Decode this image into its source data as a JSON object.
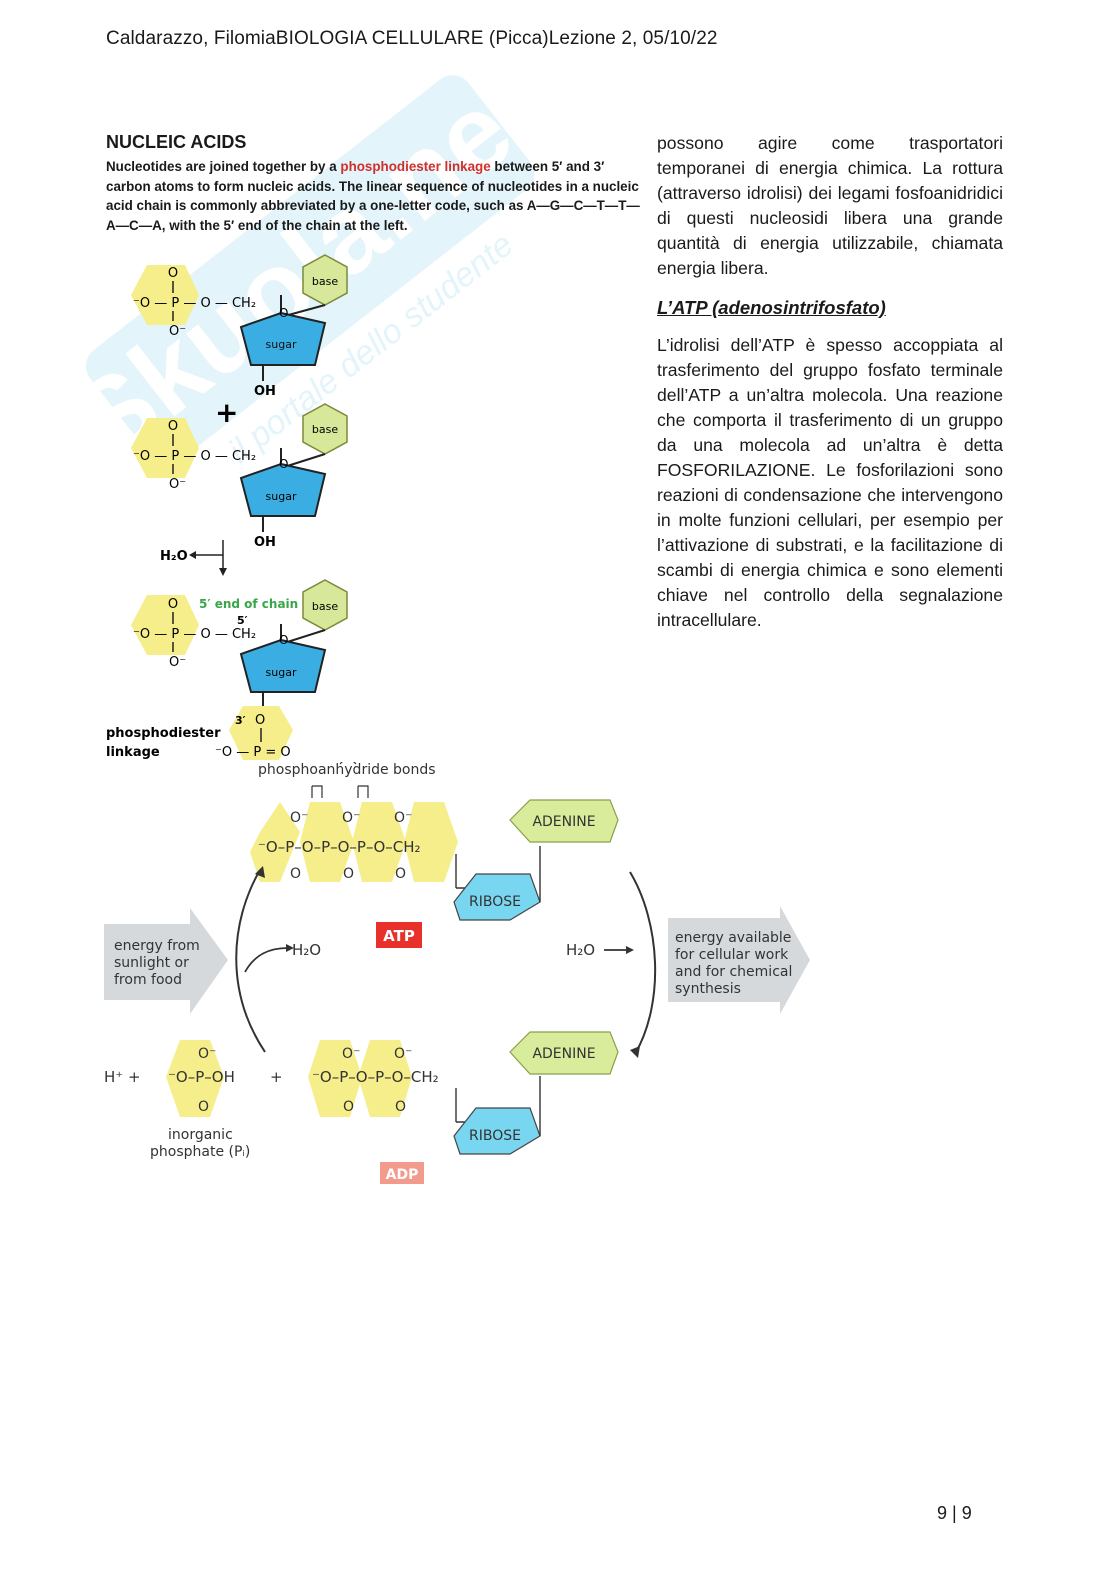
{
  "header": {
    "text": "Caldarazzo, FilomiaBIOLOGIA CELLULARE (Picca)Lezione 2, 05/10/22"
  },
  "watermark": {
    "text": "Skuola.net",
    "subtext": "il portale dello studente"
  },
  "right_column": {
    "para1": "possono agire come trasportatori temporanei di energia chimica. La rottura (attraverso idrolisi) dei legami fosfoanidridici di questi nucleosidi libera una grande quantità di energia utilizzabile, chiamata energia libera.",
    "section_title": "L’ATP (adenosintrifosfato)",
    "para2": "L’idrolisi dell’ATP è spesso accoppiata al trasferimento del gruppo fosfato terminale dell’ATP a un’altra molecola. Una reazione che comporta il trasferimento di un gruppo da una molecola ad un’altra è detta FOSFORILAZIONE. Le fosforilazioni sono reazioni di condensazione che intervengono in molte funzioni cellulari, per esempio per l’attivazione di substrati, e la facilitazione di scambi di energia chimica e sono elementi chiave nel controllo della segnalazione intracellulare."
  },
  "figure_nucleic": {
    "title": "NUCLEIC ACIDS",
    "caption_pre": "Nucleotides are joined together by a ",
    "caption_red": "phosphodiester linkage",
    "caption_post": " between 5′ and 3′ carbon atoms to form nucleic acids. The linear sequence of nucleotides in a nucleic acid chain is commonly abbreviated by a one-letter code, such as A—G—C—T—T—A—C—A, with the 5′ end of the chain at the left.",
    "base": "base",
    "sugar": "sugar",
    "oh": "OH",
    "h2o": "H₂O",
    "five_prime_end": "5′ end of chain",
    "five_prime": "5′",
    "three_prime": "3′",
    "linkage_line1": "phosphodiester",
    "linkage_line2": "linkage",
    "colors": {
      "phosphate": "#f5ee8a",
      "sugar": "#3aaee3",
      "base": "#d7e89a",
      "red": "#d0302a",
      "green": "#3aa64a"
    }
  },
  "figure_atp": {
    "phosphoanhydride": "phosphoanhydride bonds",
    "adenine": "ADENINE",
    "ribose": "RIBOSE",
    "atp": "ATP",
    "adp": "ADP",
    "h2o": "H₂O",
    "energy_in": [
      "energy from",
      "sunlight or",
      "from food"
    ],
    "energy_out": [
      "energy available",
      "for cellular work",
      "and for chemical",
      "synthesis"
    ],
    "hplus": "H⁺ +",
    "plus": "+",
    "inorganic_line1": "inorganic",
    "inorganic_line2": "phosphate (Pᵢ)",
    "colors": {
      "atp_label": "#e8312b",
      "adp_label": "#f29a8c",
      "arrow_gray": "#d6d9dc",
      "adenine": "#d9ec9c",
      "ribose": "#79d6f0"
    }
  },
  "footer": {
    "page": "9 | 9"
  }
}
